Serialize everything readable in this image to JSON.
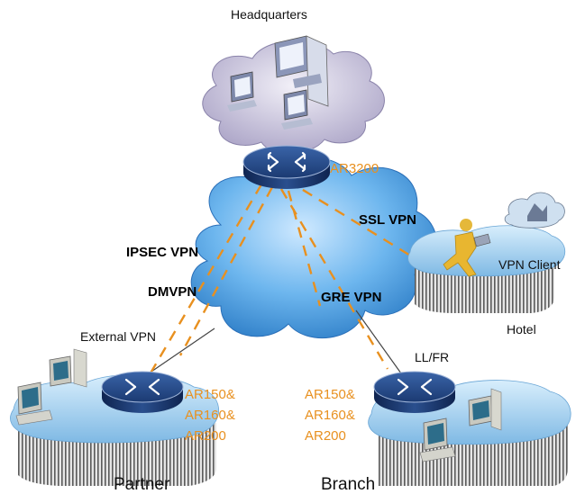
{
  "sites": {
    "headquarters": "Headquarters",
    "partner": "Partner",
    "branch": "Branch",
    "hotel": "Hotel",
    "vpn_client": "VPN Client",
    "external_vpn": "External VPN",
    "ll_fr": "LL/FR"
  },
  "routers": {
    "hq_model": "AR3200",
    "partner_models": [
      "AR150&",
      "AR160&",
      "AR200"
    ],
    "branch_models": [
      "AR150&",
      "AR160&",
      "AR200"
    ]
  },
  "links": {
    "ssl_vpn": "SSL VPN",
    "ipsec_vpn": "IPSEC VPN",
    "dmvpn": "DMVPN",
    "gre_vpn": "GRE VPN"
  },
  "colors": {
    "vpn_link": "#e8901f",
    "model_text": "#e8901f",
    "cloud_blue": "#5aa8e6",
    "router_navy": "#1e3f78",
    "hq_cloud": "#c9c4dc"
  }
}
